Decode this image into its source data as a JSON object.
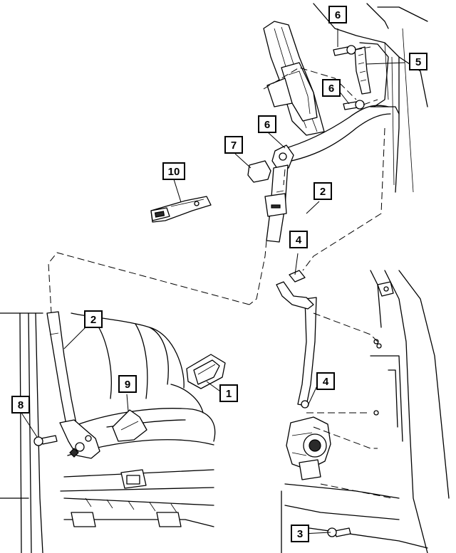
{
  "callouts": [
    {
      "id": "c1",
      "label": "1"
    },
    {
      "id": "c2a",
      "label": "2"
    },
    {
      "id": "c2b",
      "label": "2"
    },
    {
      "id": "c3",
      "label": "3"
    },
    {
      "id": "c4a",
      "label": "4"
    },
    {
      "id": "c4b",
      "label": "4"
    },
    {
      "id": "c5",
      "label": "5"
    },
    {
      "id": "c6a",
      "label": "6"
    },
    {
      "id": "c6b",
      "label": "6"
    },
    {
      "id": "c6c",
      "label": "6"
    },
    {
      "id": "c7",
      "label": "7"
    },
    {
      "id": "c8",
      "label": "8"
    },
    {
      "id": "c9",
      "label": "9"
    },
    {
      "id": "c10",
      "label": "10"
    }
  ]
}
